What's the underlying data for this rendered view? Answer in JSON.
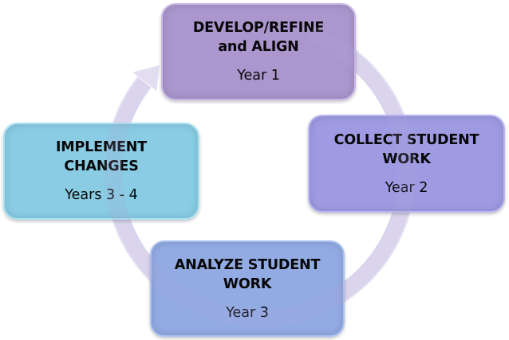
{
  "diagram": {
    "type": "cycle",
    "steps": [
      {
        "title_line1": "DEVELOP/REFINE",
        "title_line2": "and ALIGN",
        "period": "Year 1",
        "color": "#a993cc"
      },
      {
        "title_line1": "COLLECT STUDENT",
        "title_line2": "WORK",
        "period": "Year 2",
        "color": "#9c98e2"
      },
      {
        "title_line1": "ANALYZE STUDENT",
        "title_line2": "WORK",
        "period": "Year 3",
        "color": "#8fa9e3"
      },
      {
        "title_line1": "IMPLEMENT",
        "title_line2": "CHANGES",
        "period": "Years 3 - 4",
        "color": "#86cbe3"
      }
    ],
    "arrow_color": "#e2ddf0",
    "arrow_direction": "clockwise"
  }
}
